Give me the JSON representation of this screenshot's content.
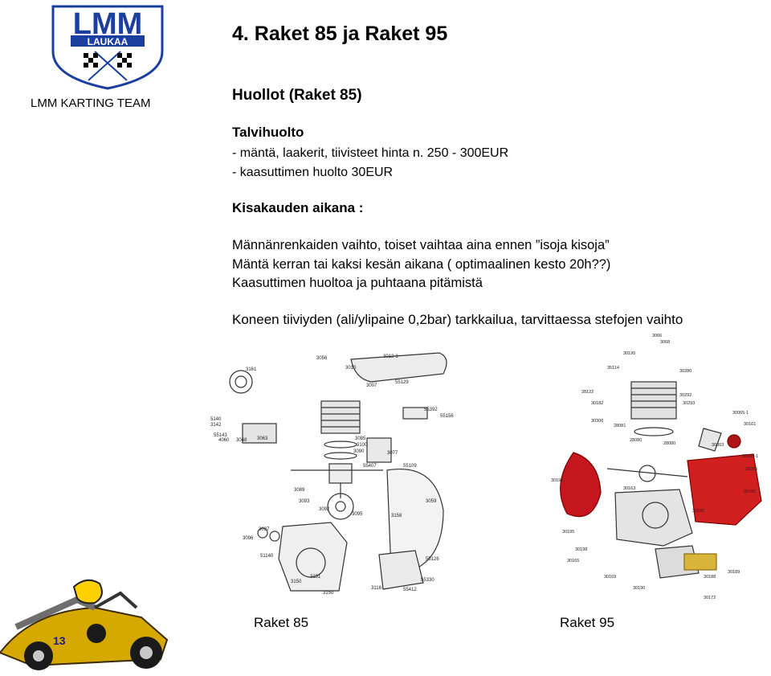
{
  "logo": {
    "text": "LMM",
    "subtext": "LAUKAA"
  },
  "team_name": "LMM KARTING TEAM",
  "title": "4. Raket 85 ja Raket 95",
  "subtitle": "Huollot (Raket 85)",
  "winter": {
    "heading": "Talvihuolto",
    "items": [
      "- mäntä, laakerit, tiivisteet hinta n.  250 - 300EUR",
      "- kaasuttimen huolto 30EUR"
    ]
  },
  "season": {
    "heading": "Kisakauden aikana :",
    "items": [
      "Männänrenkaiden vaihto, toiset vaihtaa aina ennen ”isoja kisoja”",
      "Mäntä kerran tai kaksi kesän aikana ( optimaalinen kesto 20h??)",
      "Kaasuttimen huoltoa ja puhtaana pitämistä"
    ]
  },
  "note": "Koneen tiiviyden (ali/ylipaine 0,2bar) tarkkailua, tarvittaessa stefojen vaihto",
  "captions": {
    "raket85": "Raket 85",
    "raket95": "Raket  95"
  }
}
